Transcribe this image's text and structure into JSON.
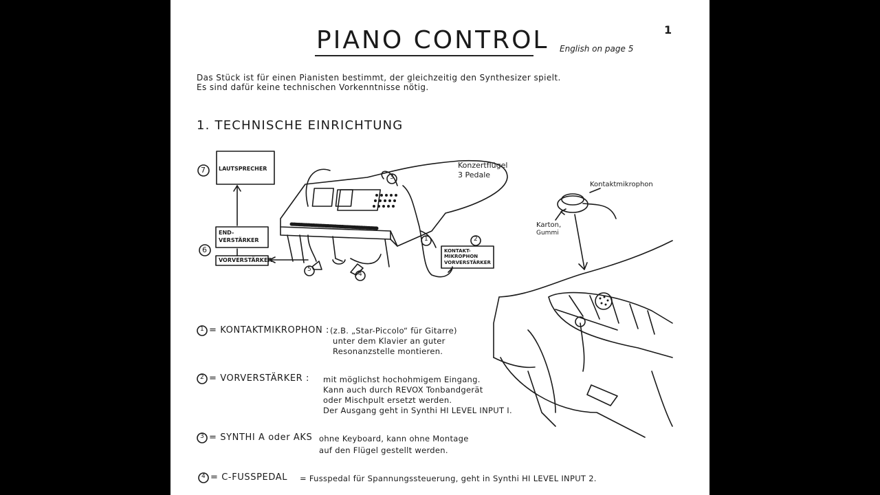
{
  "header": {
    "title": "PIANO CONTROL",
    "page_number": "1",
    "english_note": "English on page 5"
  },
  "intro": {
    "line1": "Das Stück ist für einen Pianisten bestimmt, der gleichzeitig den Synthesizer spielt.",
    "line2": "Es sind dafür keine technischen Vorkenntnisse nötig."
  },
  "section": {
    "title": "1. TECHNISCHE EINRICHTUNG"
  },
  "diagram": {
    "speaker_label": "LAUTSPRECHER",
    "endverstaerker_label_1": "END-",
    "endverstaerker_label_2": "VERSTÄRKER",
    "vorverstaerker_label": "VORVERSTÄRKER",
    "kontakt_box_1": "KONTAKT-",
    "kontakt_box_2": "MIKROPHON",
    "kontakt_box_3": "VORVERSTÄRKER",
    "konzertfluegel_1": "Konzertflügel",
    "konzertfluegel_2": "3 Pedale",
    "kontaktmikrophon": "Kontaktmikrophon",
    "karton_1": "Karton,",
    "karton_2": "Gummi",
    "num_1": "1",
    "num_2": "2",
    "num_3": "3",
    "num_4": "4",
    "num_5": "5",
    "num_6": "6",
    "num_7": "7"
  },
  "items": [
    {
      "num": "1",
      "head": "= KONTAKTMIKROPHON :",
      "lines": [
        "(z.B. „Star-Piccolo“ für Gitarre)",
        "unter dem Klavier an guter",
        "Resonanzstelle montieren."
      ]
    },
    {
      "num": "2",
      "head": "= VORVERSTÄRKER :",
      "lines": [
        "mit möglichst hochohmigem Eingang.",
        "Kann auch durch REVOX Tonbandgerät",
        "oder Mischpult ersetzt werden.",
        "Der Ausgang geht in Synthi HI LEVEL INPUT I."
      ]
    },
    {
      "num": "3",
      "head": "= SYNTHI A oder AKS",
      "lines": [
        "ohne Keyboard, kann ohne Montage",
        "auf den Flügel gestellt werden."
      ]
    },
    {
      "num": "4",
      "head": "= C-FUSSPEDAL",
      "lines": [
        "= Fusspedal für Spannungssteuerung, geht in Synthi HI LEVEL INPUT 2."
      ]
    }
  ]
}
